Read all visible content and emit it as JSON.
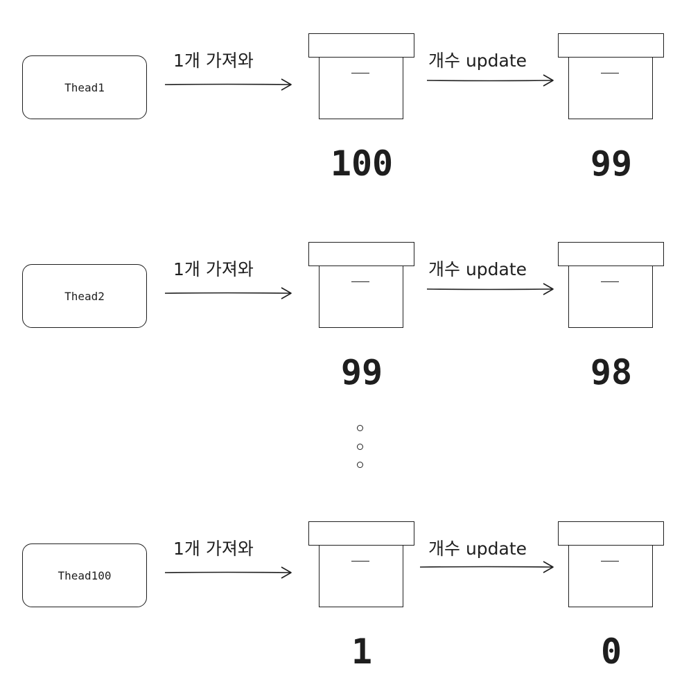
{
  "rows": [
    {
      "thread": "Thead1",
      "fetch_label": "1개 가져와",
      "update_label": "개수 update",
      "before": "100",
      "after": "99"
    },
    {
      "thread": "Thead2",
      "fetch_label": "1개 가져와",
      "update_label": "개수 update",
      "before": "99",
      "after": "98"
    },
    {
      "thread": "Thead100",
      "fetch_label": "1개 가져와",
      "update_label": "개수 update",
      "before": "1",
      "after": "0"
    }
  ],
  "ellipsis_dots": 3,
  "colors": {
    "stroke": "#1e1e1e",
    "background": "#ffffff"
  }
}
